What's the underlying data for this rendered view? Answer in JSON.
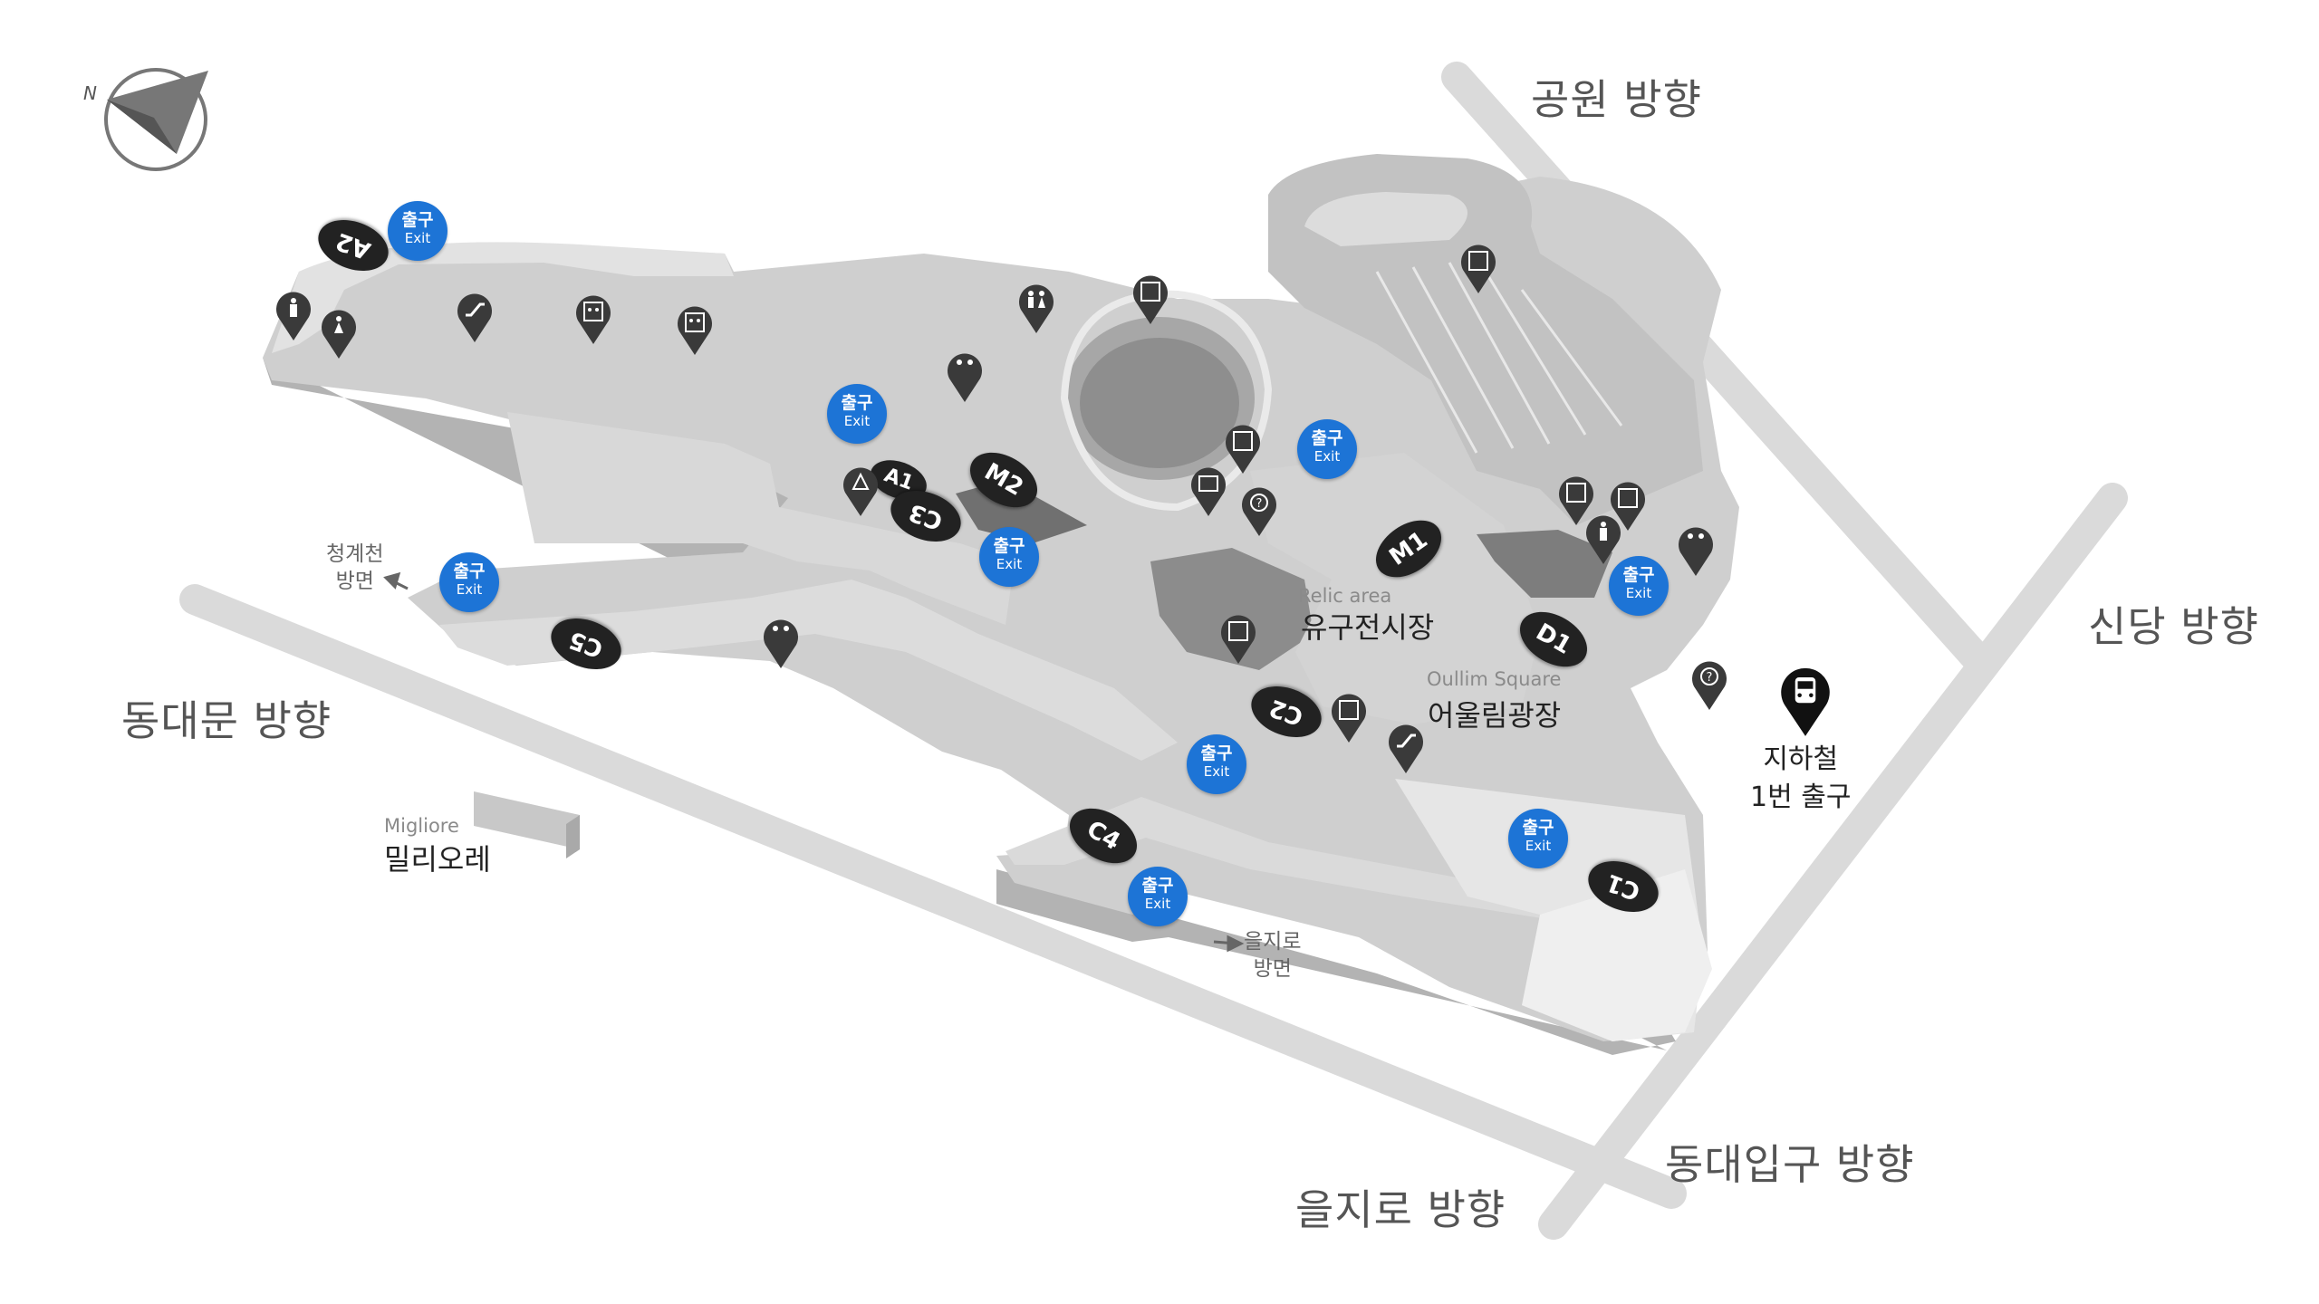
{
  "compass": {
    "north_label": "N"
  },
  "directions": {
    "park": "공원 방향",
    "sindang": "신당 방향",
    "dongdaemun": "동대문 방향",
    "euljiro": "을지로 방향",
    "dongdaeipgu": "동대입구 방향"
  },
  "places": {
    "relic_area_en": "Relic area",
    "relic_area_kr": "유구전시장",
    "ollim_en": "Oullim Square",
    "ollim_kr": "어울림광장",
    "migliore_en": "Migliore",
    "migliore_kr": "밀리오레"
  },
  "side_directions": {
    "cheonggye_line1": "청계천",
    "cheonggye_line2": "방면",
    "euljiro_line1": "을지로",
    "euljiro_line2": "방면"
  },
  "subway": {
    "icon": "subway-icon",
    "line1": "지하철",
    "line2": "1번 출구"
  },
  "exit_label": {
    "kr": "출구",
    "en": "Exit"
  },
  "exits": [
    "exit-1",
    "exit-2",
    "exit-3",
    "exit-4",
    "exit-5",
    "exit-6",
    "exit-7",
    "exit-8",
    "exit-9"
  ],
  "gates": {
    "A2": "A2",
    "A1": "A1",
    "M2": "M2",
    "C3": "C3",
    "M1": "M1",
    "C5": "C5",
    "D1": "D1",
    "C2": "C2",
    "C4": "C4",
    "C1": "C1"
  },
  "facility_icons": [
    "restroom-icon",
    "elevator-icon",
    "escalator-icon",
    "information-icon",
    "atm-icon",
    "pray-icon"
  ],
  "colors": {
    "exit_blue": "#1d74d6",
    "gate_black": "#222222",
    "road_gray": "#d9d9d9",
    "building_gray": "#c7c7c7",
    "relic_area": "#8c8c8c"
  }
}
